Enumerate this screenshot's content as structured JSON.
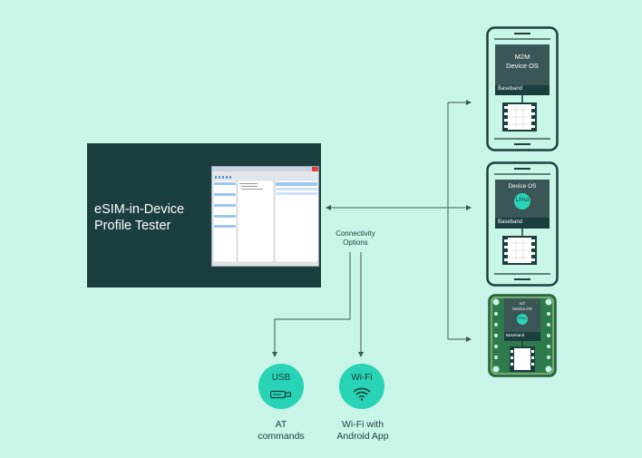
{
  "tester": {
    "title_line1": "eSIM-in-Device",
    "title_line2": "Profile Tester"
  },
  "connectivity": {
    "line1": "Connectivity",
    "line2": "Options"
  },
  "options": [
    {
      "badge": "USB",
      "caption_line1": "AT",
      "caption_line2": "commands",
      "icon": "usb-stick-icon"
    },
    {
      "badge": "Wi-Fi",
      "caption_line1": "Wi-Fi with",
      "caption_line2": "Android App",
      "icon": "wifi-icon"
    }
  ],
  "devices": [
    {
      "os_line1": "M2M",
      "os_line2": "Device OS",
      "baseband": "Baseband",
      "lpa": ""
    },
    {
      "os_line1": "Device OS",
      "os_line2": "",
      "baseband": "Baseband",
      "lpa": "LPAd"
    },
    {
      "os_line1": "IoT",
      "os_line2": "Device OS",
      "baseband": "Baseband",
      "lpa": "IPAd"
    }
  ],
  "colors": {
    "background": "#c9f4e8",
    "dark": "#1b3f3f",
    "accent": "#29d3b5",
    "pcb": "#2f7a4c"
  }
}
